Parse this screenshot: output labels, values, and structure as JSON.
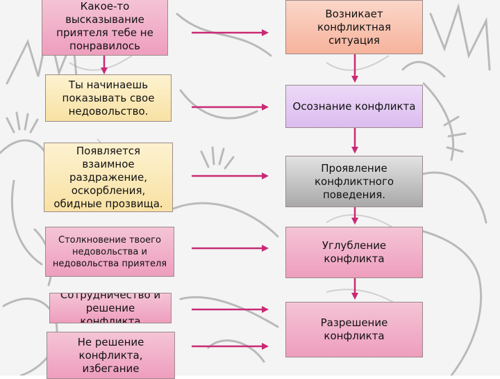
{
  "left_boxes": [
    {
      "text": "Какое-то высказывание приятеля тебе не понравилось",
      "color": "pink"
    },
    {
      "text": "Ты начинаешь показывать свое недовольство.",
      "color": "yellow"
    },
    {
      "text": "Появляется взаимное раздражение, оскорбления, обидные прозвища.",
      "color": "yellow"
    },
    {
      "text": "Столкновение твоего недовольства и недовольства приятеля",
      "color": "pink"
    },
    {
      "text": "Сотрудничество и решение конфликта",
      "color": "pink"
    },
    {
      "text": "Не решение конфликта, избегание",
      "color": "pink"
    }
  ],
  "right_boxes": [
    {
      "text": "Возникает конфликтная ситуация",
      "color": "peach"
    },
    {
      "text": "Осознание конфликта",
      "color": "lavender"
    },
    {
      "text": "Проявление конфликтного поведения.",
      "color": "gray"
    },
    {
      "text": "Углубление конфликта",
      "color": "pink"
    },
    {
      "text": "Разрешение конфликта",
      "color": "pink"
    }
  ],
  "colors": {
    "arrow": "#c82a74",
    "sketch": "#6e6e6e"
  }
}
